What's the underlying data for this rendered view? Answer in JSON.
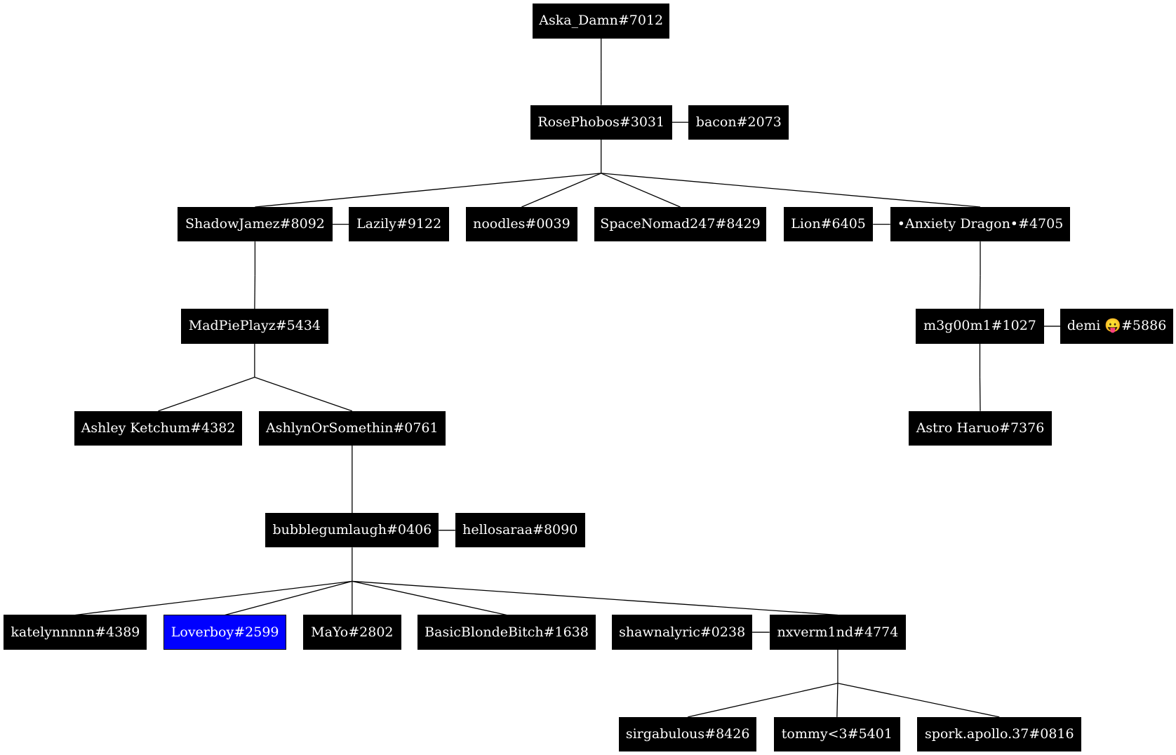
{
  "diagram": {
    "nodes": {
      "n1": "Aska_Damn#7012",
      "n2": "RosePhobos#3031",
      "n3": "bacon#2073",
      "n4": "ShadowJamez#8092",
      "n5": "Lazily#9122",
      "n6": "noodles#0039",
      "n7": "SpaceNomad247#8429",
      "n8": "Lion#6405",
      "n9": "•Anxiety Dragon•#4705",
      "n10": "MadPiePlayz#5434",
      "n11": "m3g00m1#1027",
      "n12": "demi 😛#5886",
      "n13": "Ashley Ketchum#4382",
      "n14": "AshlynOrSomethin#0761",
      "n15": "Astro Haruo#7376",
      "n16": "bubblegumlaugh#0406",
      "n17": "hellosaraa#8090",
      "n18": "katelynnnnn#4389",
      "n19": "Loverboy#2599",
      "n20": "MaYo#2802",
      "n21": "BasicBlondeBitch#1638",
      "n22": "shawnalyric#0238",
      "n23": "nxverm1nd#4774",
      "n24": "sirgabulous#8426",
      "n25": "tommy<3#5401",
      "n26": "spork.apollo.37#0816"
    },
    "highlight_node": "n19",
    "highlight_color": "#0000ff",
    "node_color": "#000000",
    "text_color": "#ffffff",
    "partnerships": [
      [
        "n2",
        "n3"
      ],
      [
        "n4",
        "n5"
      ],
      [
        "n8",
        "n9"
      ],
      [
        "n11",
        "n12"
      ],
      [
        "n16",
        "n17"
      ],
      [
        "n22",
        "n23"
      ]
    ],
    "parent_child": [
      {
        "parent": "n1",
        "children": [
          "n2"
        ]
      },
      {
        "parent": "n2",
        "children": [
          "n4",
          "n6",
          "n7",
          "n9"
        ]
      },
      {
        "parent": "n4",
        "children": [
          "n10"
        ]
      },
      {
        "parent": "n9",
        "children": [
          "n11"
        ]
      },
      {
        "parent": "n10",
        "children": [
          "n13",
          "n14"
        ]
      },
      {
        "parent": "n11",
        "children": [
          "n15"
        ]
      },
      {
        "parent": "n14",
        "children": [
          "n16"
        ]
      },
      {
        "parent": "n16",
        "children": [
          "n18",
          "n19",
          "n20",
          "n21",
          "n23"
        ]
      },
      {
        "parent": "n23",
        "children": [
          "n24",
          "n25",
          "n26"
        ]
      }
    ]
  }
}
